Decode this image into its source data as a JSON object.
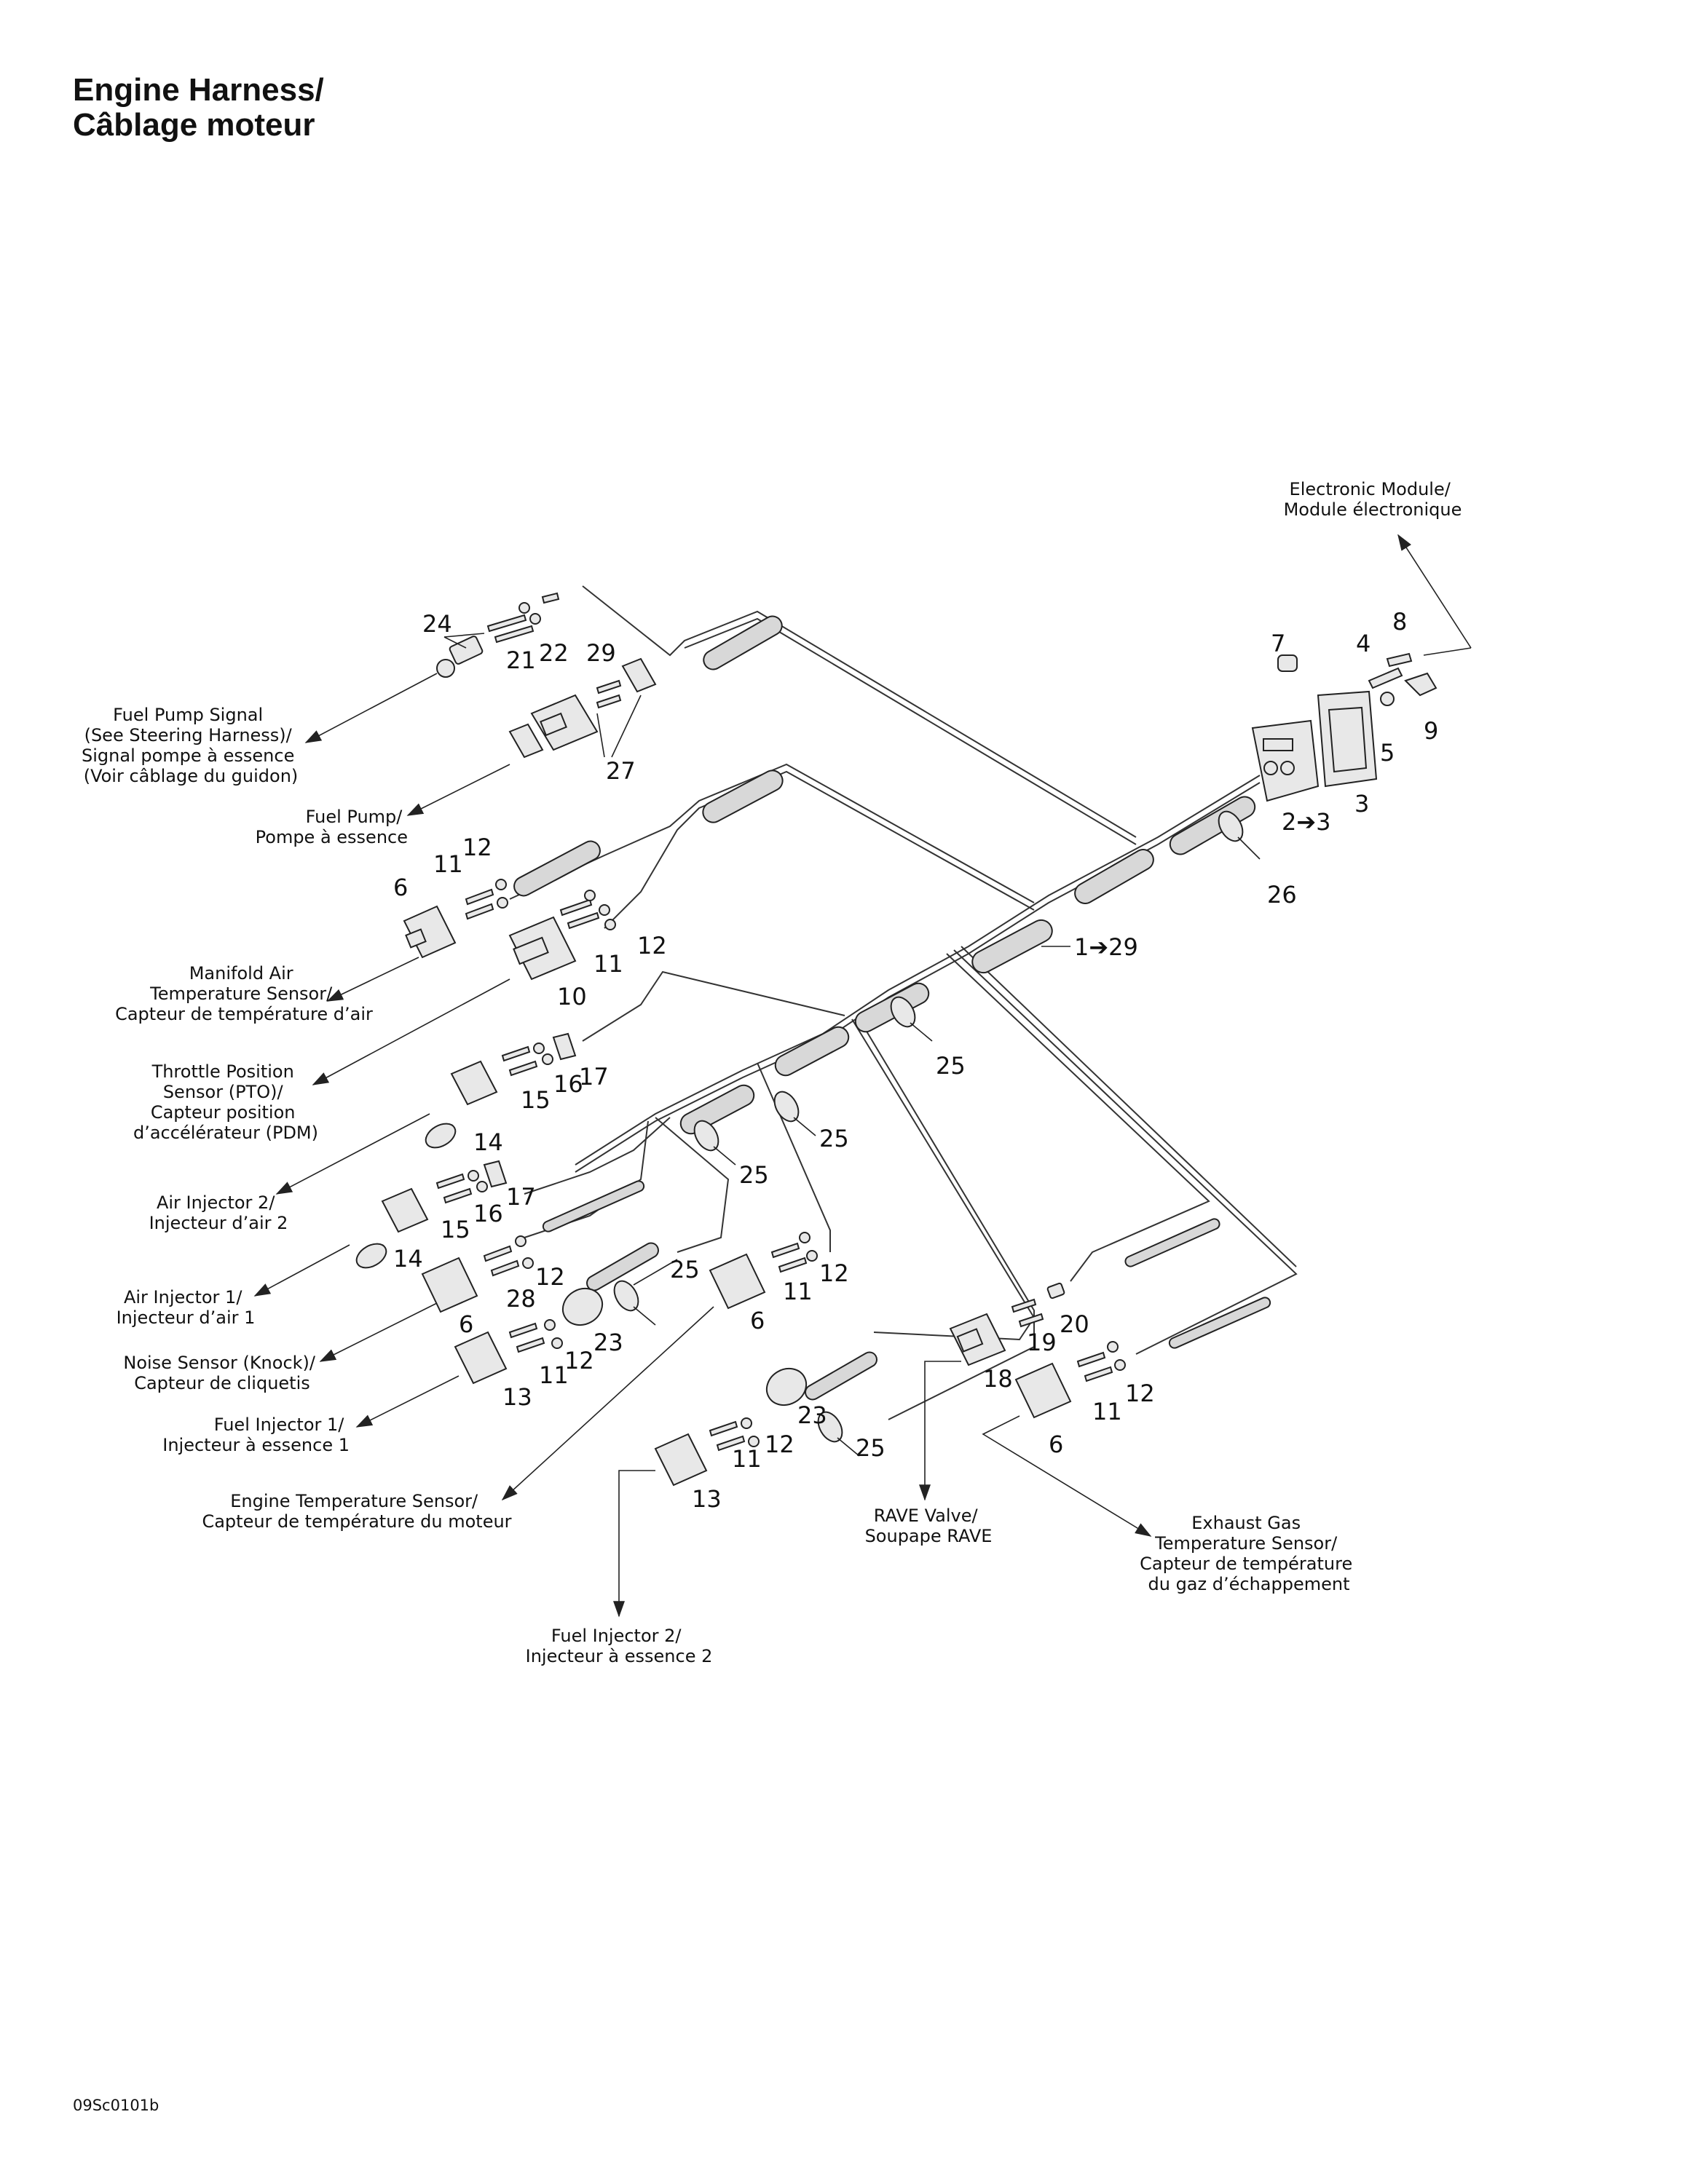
{
  "title": {
    "line1": "Engine Harness/",
    "line2": "Câblage moteur"
  },
  "footer_code": "09Sc0101b",
  "callouts": [
    {
      "label": "24"
    },
    {
      "label": "21"
    },
    {
      "label": "22"
    },
    {
      "label": "29"
    },
    {
      "label": "27"
    },
    {
      "label": "7"
    },
    {
      "label": "4"
    },
    {
      "label": "8"
    },
    {
      "label": "9"
    },
    {
      "label": "5"
    },
    {
      "label": "3"
    },
    {
      "label": "2➔3"
    },
    {
      "label": "26"
    },
    {
      "label": "1➔29"
    },
    {
      "label": "12"
    },
    {
      "label": "11"
    },
    {
      "label": "6"
    },
    {
      "label": "11"
    },
    {
      "label": "12"
    },
    {
      "label": "10"
    },
    {
      "label": "17"
    },
    {
      "label": "16"
    },
    {
      "label": "15"
    },
    {
      "label": "14"
    },
    {
      "label": "25"
    },
    {
      "label": "25"
    },
    {
      "label": "25"
    },
    {
      "label": "17"
    },
    {
      "label": "16"
    },
    {
      "label": "15"
    },
    {
      "label": "14"
    },
    {
      "label": "12"
    },
    {
      "label": "28"
    },
    {
      "label": "6"
    },
    {
      "label": "25"
    },
    {
      "label": "23"
    },
    {
      "label": "12"
    },
    {
      "label": "11"
    },
    {
      "label": "13"
    },
    {
      "label": "11"
    },
    {
      "label": "12"
    },
    {
      "label": "6"
    },
    {
      "label": "23"
    },
    {
      "label": "25"
    },
    {
      "label": "12"
    },
    {
      "label": "11"
    },
    {
      "label": "13"
    },
    {
      "label": "20"
    },
    {
      "label": "19"
    },
    {
      "label": "18"
    },
    {
      "label": "12"
    },
    {
      "label": "11"
    },
    {
      "label": "6"
    }
  ],
  "descriptions": [
    {
      "lines": [
        "Electronic Module/",
        "Module électronique"
      ]
    },
    {
      "lines": [
        "Fuel Pump Signal",
        "(See Steering Harness)/",
        "Signal pompe à essence",
        "(Voir câblage du guidon)"
      ]
    },
    {
      "lines": [
        "Fuel Pump/",
        "Pompe à essence"
      ]
    },
    {
      "lines": [
        "Manifold Air",
        "Temperature Sensor/",
        "Capteur de température d’air"
      ]
    },
    {
      "lines": [
        "Throttle Position",
        "Sensor (PTO)/",
        "Capteur position",
        "d’accélérateur (PDM)"
      ]
    },
    {
      "lines": [
        "Air Injector 2/",
        "Injecteur d’air 2"
      ]
    },
    {
      "lines": [
        "Air Injector 1/",
        "Injecteur d’air 1"
      ]
    },
    {
      "lines": [
        "Noise Sensor (Knock)/",
        "Capteur de cliquetis"
      ]
    },
    {
      "lines": [
        "Fuel Injector 1/",
        "Injecteur à essence 1"
      ]
    },
    {
      "lines": [
        "Engine Temperature Sensor/",
        "Capteur de température du moteur"
      ]
    },
    {
      "lines": [
        "RAVE Valve/",
        "Soupape RAVE"
      ]
    },
    {
      "lines": [
        "Exhaust Gas",
        "Temperature Sensor/",
        "Capteur de température",
        "du gaz d’échappement"
      ]
    },
    {
      "lines": [
        "Fuel Injector 2/",
        "Injecteur à essence 2"
      ]
    }
  ]
}
